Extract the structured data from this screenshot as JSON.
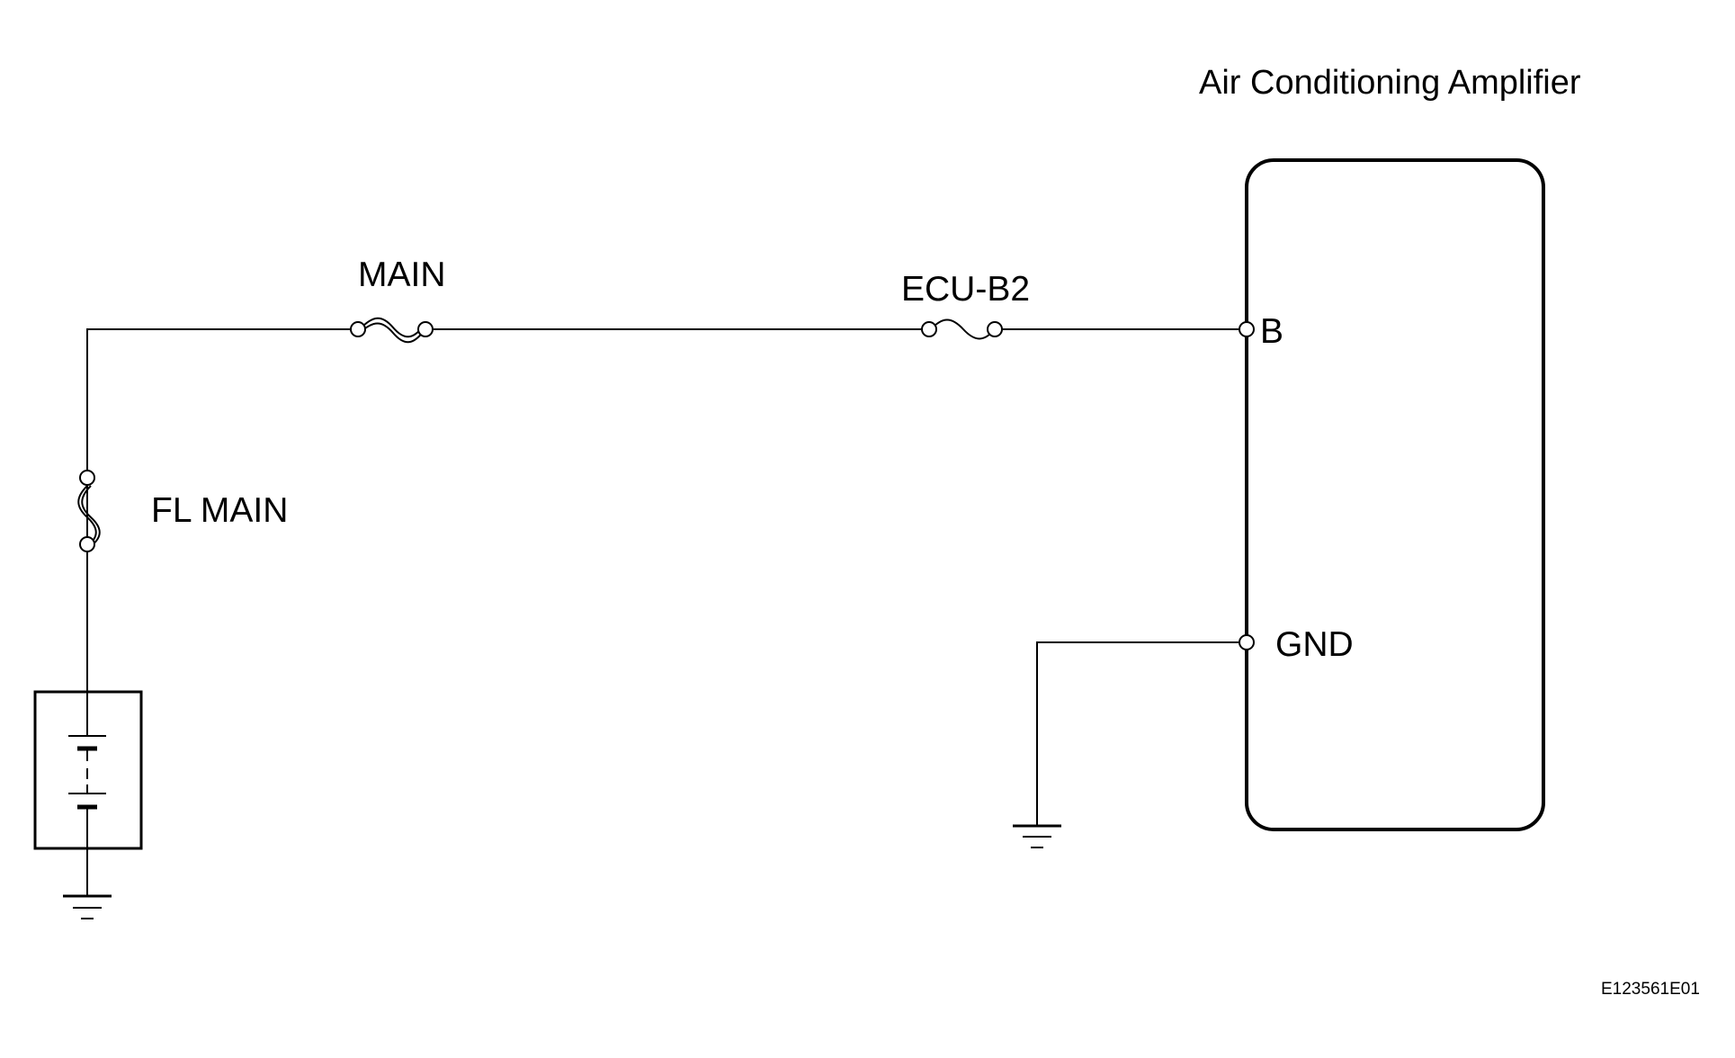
{
  "diagram": {
    "component_title": "Air Conditioning Amplifier",
    "fuses": {
      "main": "MAIN",
      "ecu_b2": "ECU-B2",
      "fl_main": "FL MAIN"
    },
    "terminals": {
      "b": "B",
      "gnd": "GND"
    },
    "figure_code": "E123561E01",
    "colors": {
      "line": "#000000",
      "background": "#ffffff"
    }
  }
}
